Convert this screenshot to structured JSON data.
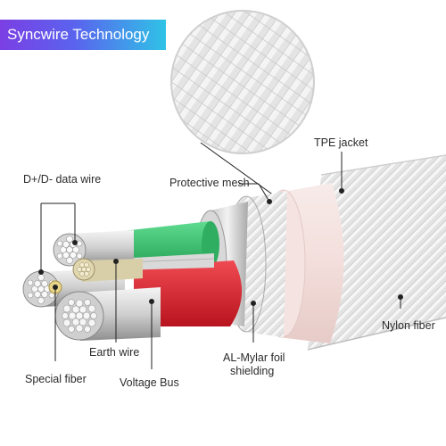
{
  "brand": {
    "label": "Syncwire Technology",
    "gradient": [
      "#7b3fe4",
      "#2fc3e6"
    ]
  },
  "labels": {
    "dd_wire": "D+/D- data wire",
    "protective_mesh": "Protective mesh",
    "tpe_jacket": "TPE jacket",
    "earth_wire": "Earth wire",
    "al_mylar_1": "AL-Mylar foil",
    "al_mylar_2": "shielding",
    "nylon_fiber": "Nylon fiber",
    "special_fiber": "Special fiber",
    "voltage_bus": "Voltage Bus"
  },
  "colors": {
    "green_insulation": "#3cbf73",
    "red_insulation": "#e12a34",
    "jacket": "#f1dcda"
  }
}
